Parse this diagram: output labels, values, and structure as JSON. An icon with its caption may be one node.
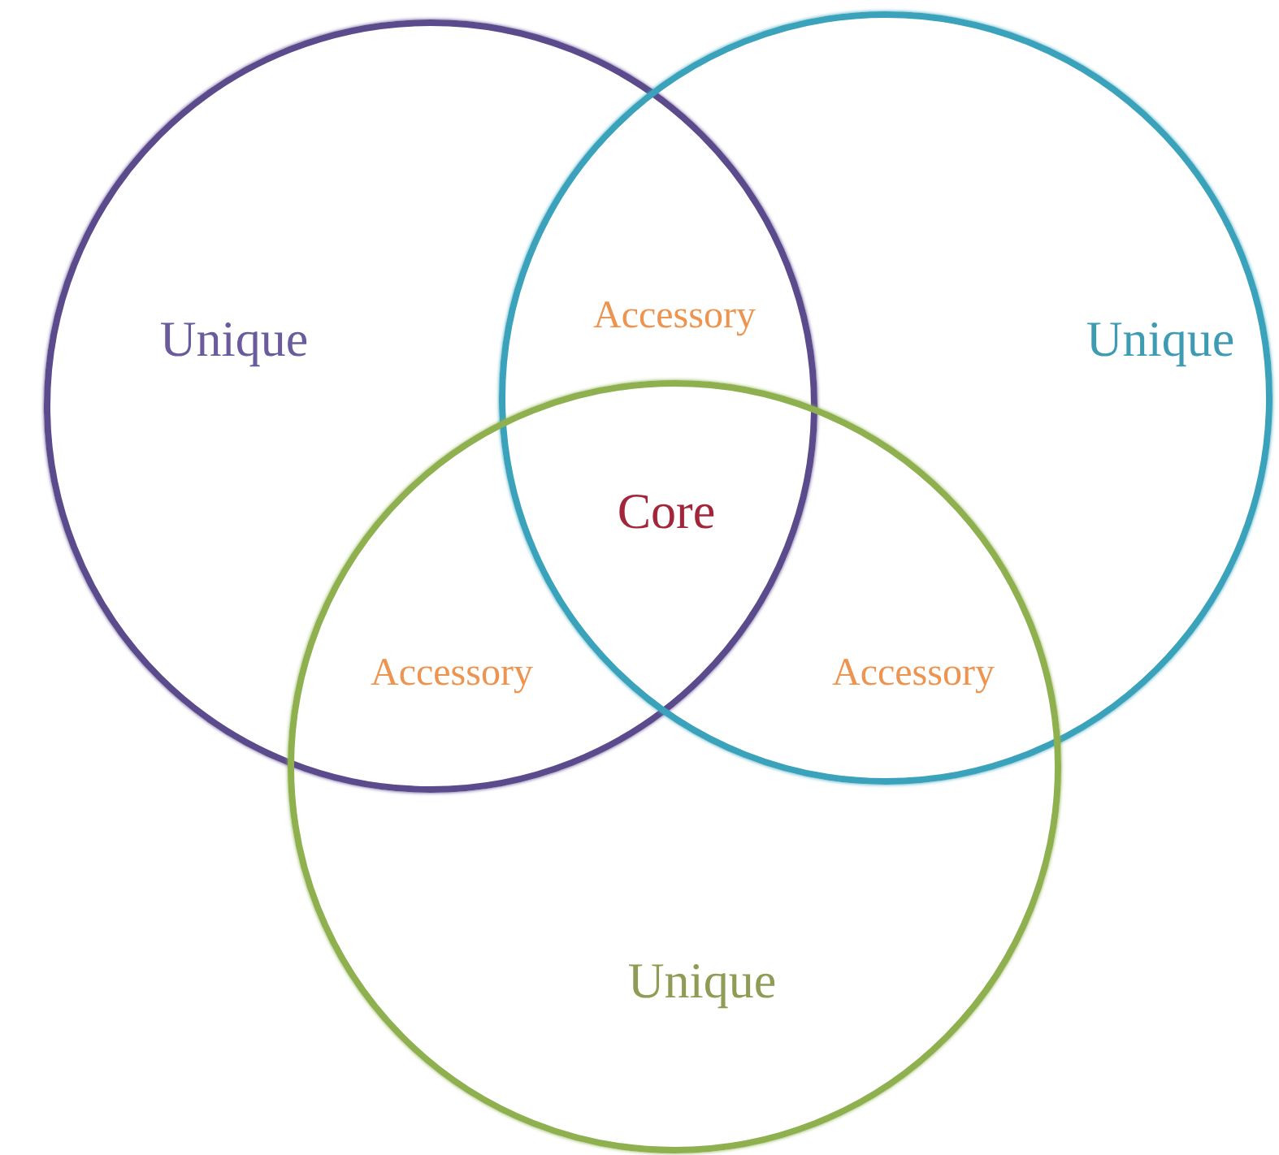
{
  "diagram": {
    "nodes": [
      {
        "text": [
          "Unique"
        ]
      },
      {
        "text": [
          "Unique"
        ]
      },
      {
        "text": [
          "Unique"
        ]
      }
    ],
    "labels": [
      "Accessory",
      "Core",
      "Accessory",
      "Accessory"
    ]
  }
}
